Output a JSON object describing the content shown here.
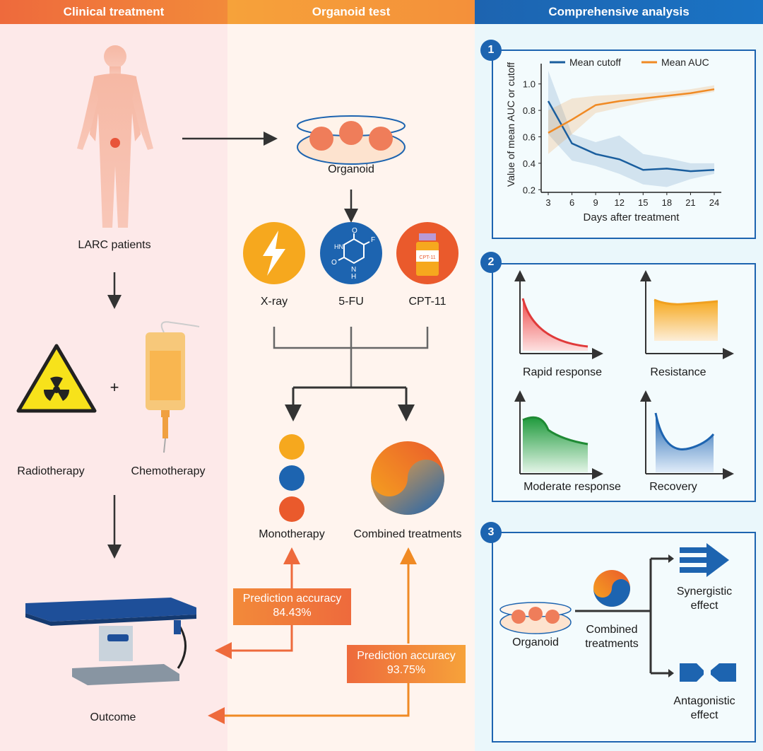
{
  "headers": {
    "clinical": "Clinical treatment",
    "organoid": "Organoid test",
    "analysis": "Comprehensive analysis"
  },
  "clinical": {
    "patients_label": "LARC patients",
    "radiotherapy_label": "Radiotherapy",
    "chemotherapy_label": "Chemotherapy",
    "plus": "+",
    "outcome_label": "Outcome"
  },
  "organoid": {
    "organoid_label": "Organoid",
    "xray_label": "X-ray",
    "fu_label": "5-FU",
    "cpt_label": "CPT-11",
    "vial_text": "CPT-11",
    "mono_label": "Monotherapy",
    "combined_label": "Combined treatments",
    "fu_atoms": {
      "o_top": "O",
      "o_bottom": "O",
      "hn": "HN",
      "n": "N",
      "h": "H",
      "f": "F"
    },
    "accuracy_mono": {
      "title": "Prediction accuracy",
      "value": "84.43%"
    },
    "accuracy_combined": {
      "title": "Prediction accuracy",
      "value": "93.75%"
    }
  },
  "analysis": {
    "panel1_badge": "1",
    "panel2_badge": "2",
    "panel3_badge": "3",
    "responses": {
      "rapid": "Rapid response",
      "resistance": "Resistance",
      "moderate": "Moderate response",
      "recovery": "Recovery"
    },
    "panel3": {
      "organoid_label": "Organoid",
      "combined_label_1": "Combined",
      "combined_label_2": "treatments",
      "synergistic_1": "Synergistic",
      "synergistic_2": "effect",
      "antagonistic_1": "Antagonistic",
      "antagonistic_2": "effect"
    }
  },
  "colors": {
    "cutoff": "#1a5e9e",
    "auc": "#f08a24",
    "blue": "#1d64b0",
    "orange": "#f08a24",
    "red_orange": "#e8542a"
  },
  "chart_data": {
    "type": "line",
    "x": [
      3,
      6,
      9,
      12,
      15,
      18,
      21,
      24
    ],
    "xlabel": "Days after treatment",
    "ylabel": "Value of mean AUC or cutoff",
    "xticks": [
      "3",
      "6",
      "9",
      "12",
      "15",
      "18",
      "21",
      "24"
    ],
    "yticks": [
      "0.2",
      "0.4",
      "0.6",
      "0.8",
      "1.0"
    ],
    "ylim": [
      0.18,
      1.1
    ],
    "legend_position": "top",
    "series": [
      {
        "name": "Mean cutoff",
        "color": "#1a5e9e",
        "values": [
          0.87,
          0.55,
          0.47,
          0.43,
          0.35,
          0.36,
          0.34,
          0.35
        ],
        "upper": [
          1.1,
          0.62,
          0.56,
          0.61,
          0.47,
          0.44,
          0.4,
          0.4
        ],
        "lower": [
          0.62,
          0.42,
          0.38,
          0.32,
          0.24,
          0.22,
          0.28,
          0.32
        ]
      },
      {
        "name": "Mean AUC",
        "color": "#f08a24",
        "values": [
          0.63,
          0.73,
          0.84,
          0.87,
          0.89,
          0.91,
          0.93,
          0.96
        ],
        "upper": [
          0.8,
          0.89,
          0.91,
          0.92,
          0.93,
          0.94,
          0.96,
          0.99
        ],
        "lower": [
          0.47,
          0.62,
          0.78,
          0.82,
          0.86,
          0.89,
          0.91,
          0.94
        ]
      }
    ]
  }
}
